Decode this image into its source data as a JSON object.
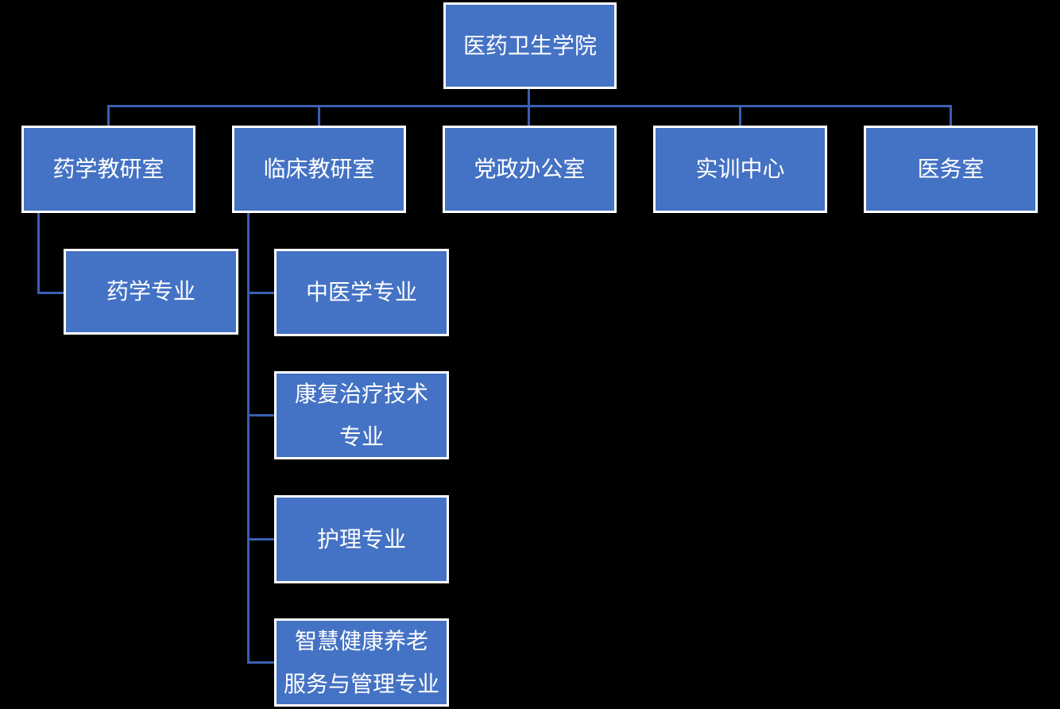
{
  "colors": {
    "background": "#000000",
    "node_fill": "#4472c4",
    "node_border": "#ffffff",
    "connector": "#3a5fb0",
    "text": "#ffffff"
  },
  "org_chart": {
    "type": "hierarchy",
    "root": {
      "label": "医药卫生学院"
    },
    "departments": [
      {
        "label": "药学教研室"
      },
      {
        "label": "临床教研室"
      },
      {
        "label": "党政办公室"
      },
      {
        "label": "实训中心"
      },
      {
        "label": "医务室"
      }
    ],
    "majors": [
      {
        "label": "药学专业",
        "parent": "药学教研室"
      },
      {
        "label": "中医学专业",
        "parent": "临床教研室"
      },
      {
        "label": "康复治疗技术\n专业",
        "parent": "临床教研室"
      },
      {
        "label": "护理专业",
        "parent": "临床教研室"
      },
      {
        "label": "智慧健康养老\n服务与管理专业",
        "parent": "临床教研室"
      }
    ]
  }
}
